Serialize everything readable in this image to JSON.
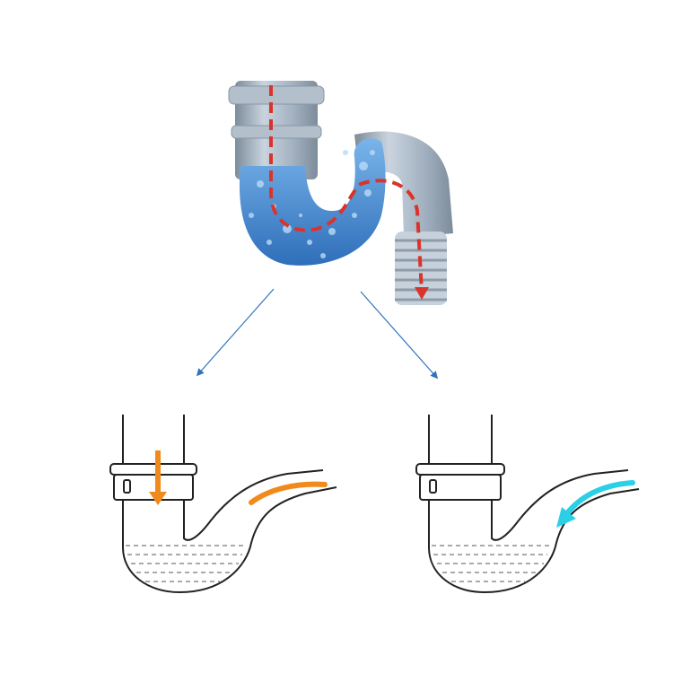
{
  "colors": {
    "background": "#ffffff",
    "pipe_gray": "#a3b1c0",
    "pipe_light": "#c9d4de",
    "pipe_dark": "#7d8c9b",
    "water_blue": "#3f86d2",
    "water_light": "#79b4ea",
    "flow_red": "#d9342b",
    "pointer_blue": "#2f74bb",
    "outline_black": "#222222",
    "flow_orange": "#f08a1c",
    "flow_cyan": "#2bd0e6",
    "water_dash": "#555555"
  },
  "icons": {
    "top": "p-trap-water-seal-illustration",
    "pointers": "diagonal-arrow",
    "left_bottom": "drain-trap-downflow-diagram",
    "right_bottom": "drain-trap-odor-block-diagram"
  }
}
